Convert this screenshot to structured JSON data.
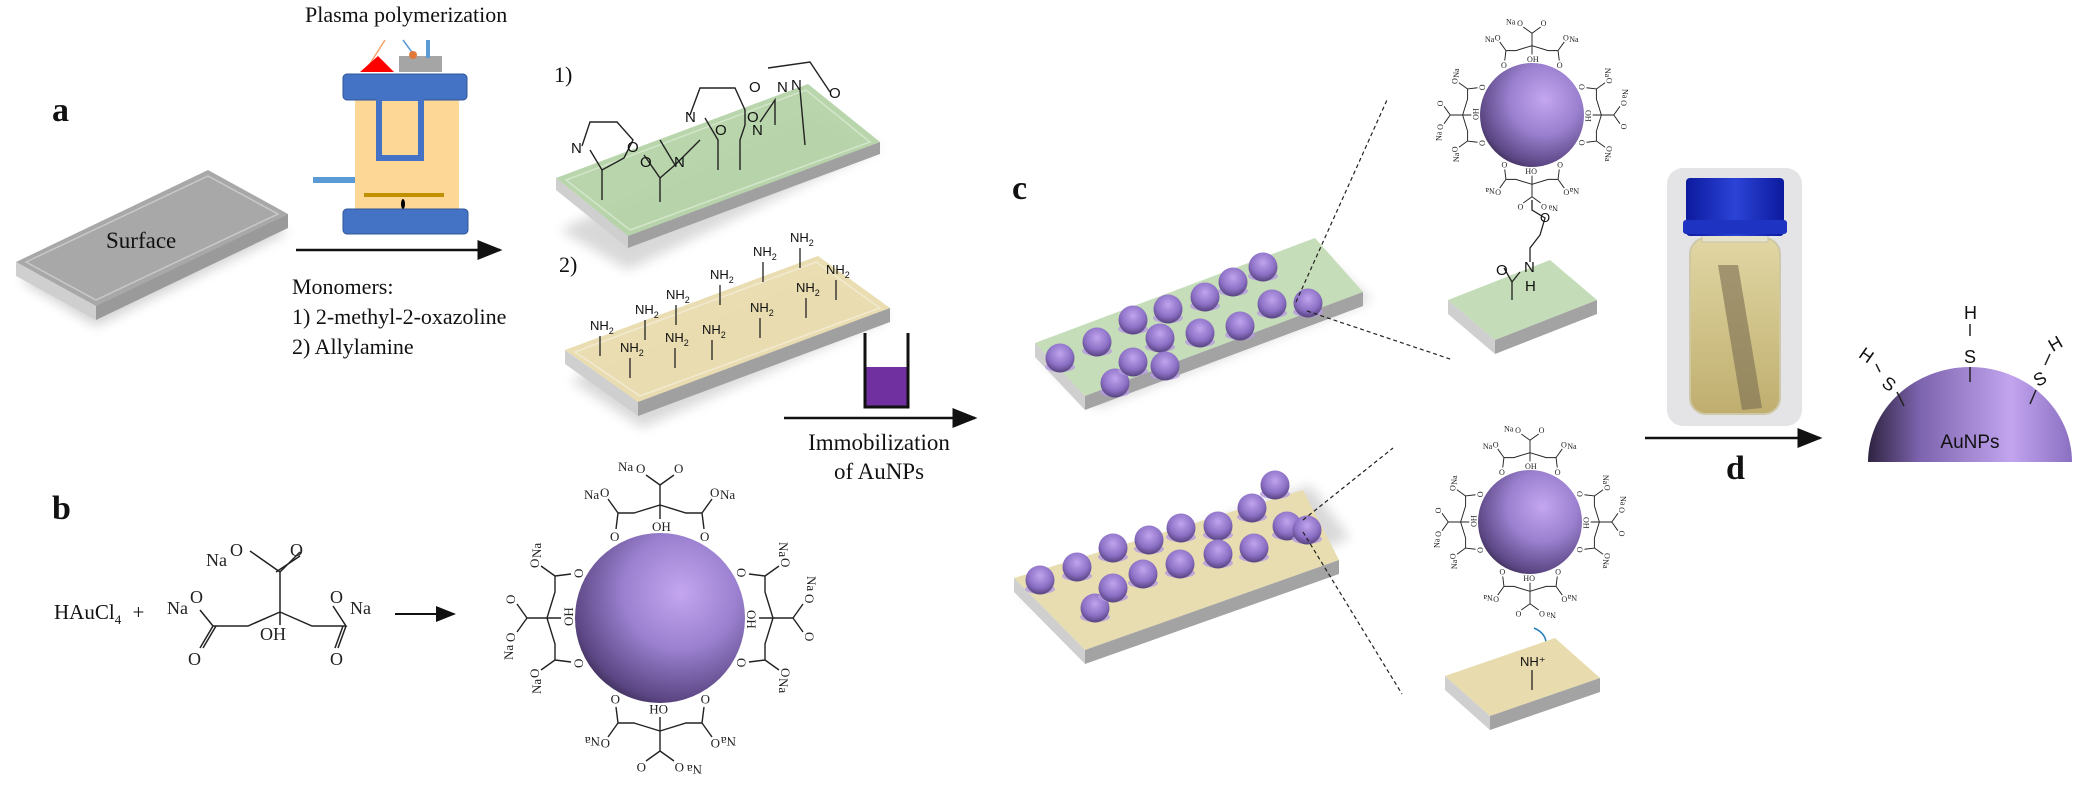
{
  "panels": {
    "a": {
      "label": "a",
      "surface_label": "Surface",
      "process_title": "Plasma polymerization",
      "monomers_title": "Monomers:",
      "monomers": [
        "1) 2-methyl-2-oxazoline",
        "2) Allylamine"
      ],
      "coating_1_label": "1)",
      "coating_2_label": "2)",
      "amine_group": "NH",
      "amine_subscript": "2",
      "oxazoline_atoms": {
        "n": "N",
        "o": "O"
      }
    },
    "b": {
      "label": "b",
      "reactant": "HAuCl",
      "reactant_subscript": "4",
      "plus": "+",
      "citrate": {
        "na": "Na",
        "o_minus": "O",
        "o": "O",
        "oh": "OH",
        "ho": "HO"
      }
    },
    "immobilization": {
      "line1": "Immobilization",
      "line2": "of AuNPs"
    },
    "c": {
      "label": "c",
      "amide_n": "N",
      "amide_h": "H",
      "amide_o": "O",
      "ester_o": "O",
      "ammonium": "NH⁺"
    },
    "d": {
      "label": "d",
      "thiol_s": "S",
      "thiol_h": "H",
      "nanoparticle_label": "AuNPs"
    }
  },
  "colors": {
    "reactor_blue": "#4472c4",
    "reactor_body": "#fdd795",
    "electrode": "#c09000",
    "ignition_red": "#ff0000",
    "gauge_gray": "#a5a5a5",
    "poxa_green": "#b5d3a8",
    "ppaa_yellow": "#e8dcae",
    "substrate_gray": "#b8b8b8",
    "aunp_purple": "#9a80cf",
    "beaker_purple": "#7030a0",
    "cap_blue": "#1f2fb8"
  }
}
